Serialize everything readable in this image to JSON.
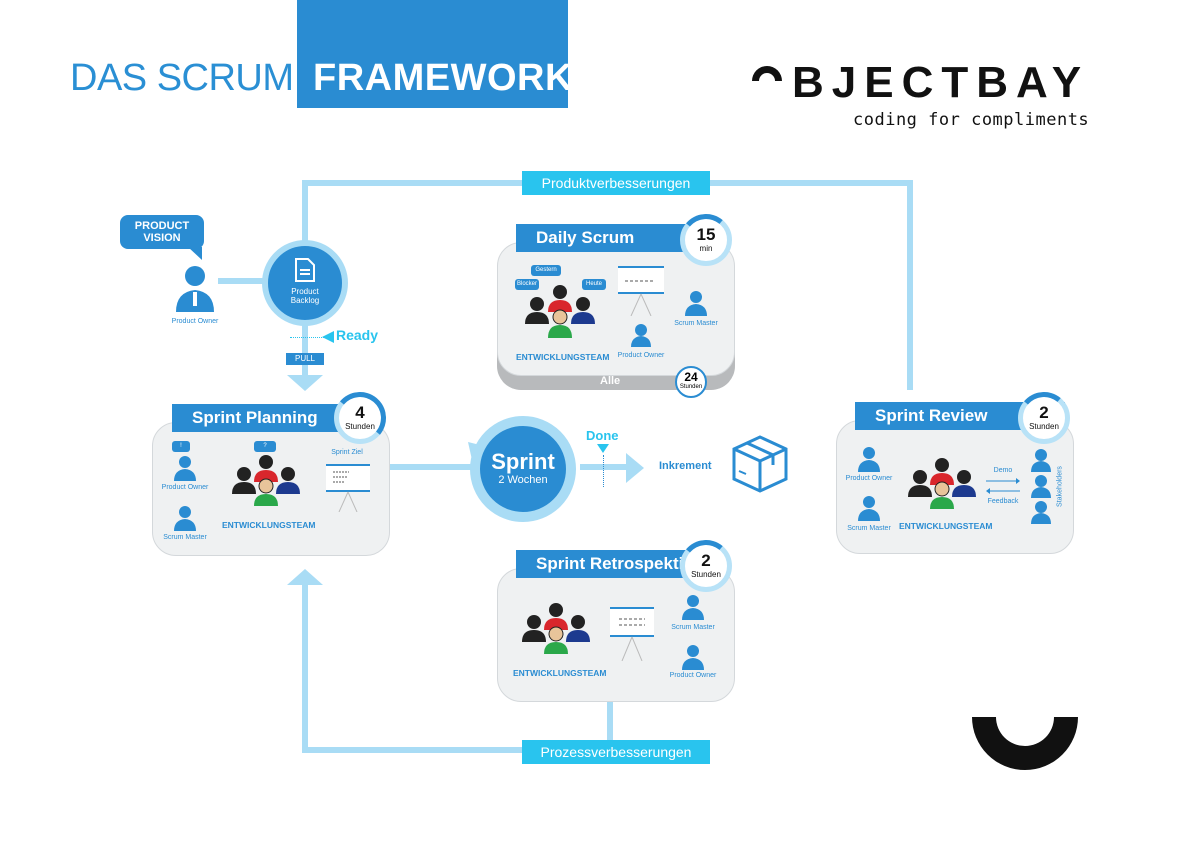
{
  "header": {
    "title_part1": "DAS SCRUM",
    "title_part2": "FRAMEWORK",
    "logo": "BJECTBAY",
    "slogan": "coding for compliments"
  },
  "colors": {
    "primary": "#2a8cd2",
    "accent_cyan": "#29c4ee",
    "line": "#a9dcf5",
    "card_bg": "#eff1f2",
    "black": "#111111"
  },
  "flow_labels": {
    "top": "Produktverbesserungen",
    "bottom": "Prozessverbesserungen",
    "ready": "Ready",
    "pull": "PULL",
    "done": "Done",
    "increment": "Inkrement"
  },
  "product_vision": {
    "bubble": "PRODUCT VISION",
    "role": "Product Owner",
    "backlog": "Product Backlog"
  },
  "sprint": {
    "title": "Sprint",
    "duration": "2 Wochen"
  },
  "events": {
    "daily_scrum": {
      "title": "Daily Scrum",
      "timer_value": "15",
      "timer_unit": "min",
      "bubbles": [
        "Blocker",
        "Gestern",
        "Heute"
      ],
      "team": "ENTWICKLUNGSTEAM",
      "roles": [
        "Product Owner",
        "Scrum Master"
      ],
      "footer": "Alle",
      "cycle_value": "24",
      "cycle_unit": "Stunden"
    },
    "sprint_planning": {
      "title": "Sprint Planning",
      "timer_value": "4",
      "timer_unit": "Stunden",
      "po_bubble": "!",
      "team_bubble": "?",
      "team": "ENTWICKLUNGSTEAM",
      "roles": [
        "Product Owner",
        "Scrum Master"
      ],
      "board_label": "Sprint Ziel"
    },
    "sprint_review": {
      "title": "Sprint Review",
      "timer_value": "2",
      "timer_unit": "Stunden",
      "team": "ENTWICKLUNGSTEAM",
      "roles": [
        "Product Owner",
        "Scrum Master"
      ],
      "demo": "Demo",
      "feedback": "Feedback",
      "stakeholders": "Stakeholders"
    },
    "sprint_retro": {
      "title": "Sprint Retrospektive",
      "timer_value": "2",
      "timer_unit": "Stunden",
      "team": "ENTWICKLUNGSTEAM",
      "roles": [
        "Scrum Master",
        "Product Owner"
      ]
    }
  }
}
